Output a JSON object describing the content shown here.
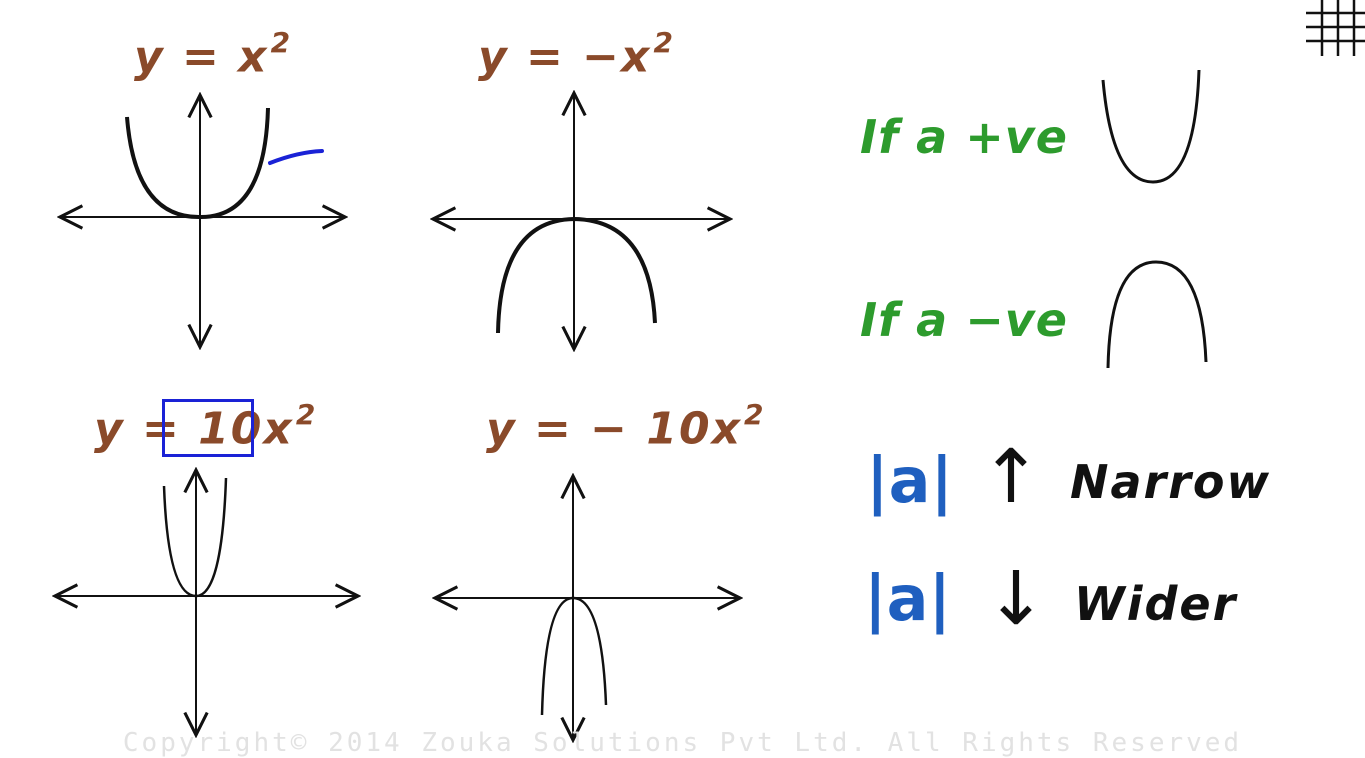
{
  "equations": {
    "eq1": "y = x",
    "eq2": "y = −x",
    "eq3_prefix": "y = ",
    "eq3_coef": "10",
    "eq3_var": "x",
    "eq4": "y = − 10x",
    "exponent": "2"
  },
  "rules": {
    "positive": "If a +ve",
    "negative": "If a −ve"
  },
  "magnitude": {
    "abs_a": "|a|",
    "up_arrow": "↑",
    "down_arrow": "↓",
    "narrow": "Narrow",
    "wider": "Wider"
  },
  "colors": {
    "equation": "#8a4a2a",
    "rule": "#2d9b2d",
    "abs": "#1f5fbf",
    "highlight": "#1a22d6",
    "ink": "#111111"
  },
  "icons": [
    "grid-icon"
  ],
  "footer": {
    "copyright": "Copyright© 2014 Zouka Solutions Pvt Ltd. All Rights Reserved"
  }
}
